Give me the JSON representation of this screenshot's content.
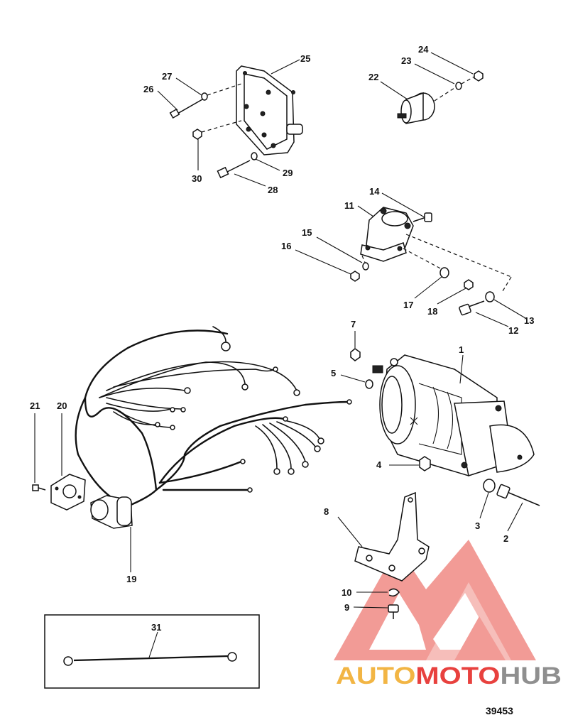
{
  "diagram": {
    "callouts": [
      {
        "id": "c1",
        "text": "1"
      },
      {
        "id": "c2",
        "text": "2"
      },
      {
        "id": "c3",
        "text": "3"
      },
      {
        "id": "c4",
        "text": "4"
      },
      {
        "id": "c5",
        "text": "5"
      },
      {
        "id": "c7",
        "text": "7"
      },
      {
        "id": "c8",
        "text": "8"
      },
      {
        "id": "c9",
        "text": "9"
      },
      {
        "id": "c10",
        "text": "10"
      },
      {
        "id": "c11",
        "text": "11"
      },
      {
        "id": "c12",
        "text": "12"
      },
      {
        "id": "c13",
        "text": "13"
      },
      {
        "id": "c14",
        "text": "14"
      },
      {
        "id": "c15",
        "text": "15"
      },
      {
        "id": "c16",
        "text": "16"
      },
      {
        "id": "c17",
        "text": "17"
      },
      {
        "id": "c18",
        "text": "18"
      },
      {
        "id": "c19",
        "text": "19"
      },
      {
        "id": "c20",
        "text": "20"
      },
      {
        "id": "c21",
        "text": "21"
      },
      {
        "id": "c22",
        "text": "22"
      },
      {
        "id": "c23",
        "text": "23"
      },
      {
        "id": "c24",
        "text": "24"
      },
      {
        "id": "c25",
        "text": "25"
      },
      {
        "id": "c26",
        "text": "26"
      },
      {
        "id": "c27",
        "text": "27"
      },
      {
        "id": "c28",
        "text": "28"
      },
      {
        "id": "c29",
        "text": "29"
      },
      {
        "id": "c30",
        "text": "30"
      },
      {
        "id": "c31",
        "text": "31"
      }
    ],
    "figure_number": "39453"
  },
  "watermark": {
    "text_part1": "AUTO",
    "text_part2": "MOTO",
    "text_part3": "HUB",
    "colors": {
      "gold": "#f2b544",
      "red": "#e8413e",
      "gray": "#8f8f8f",
      "logo_fill": "#f08a84"
    }
  }
}
